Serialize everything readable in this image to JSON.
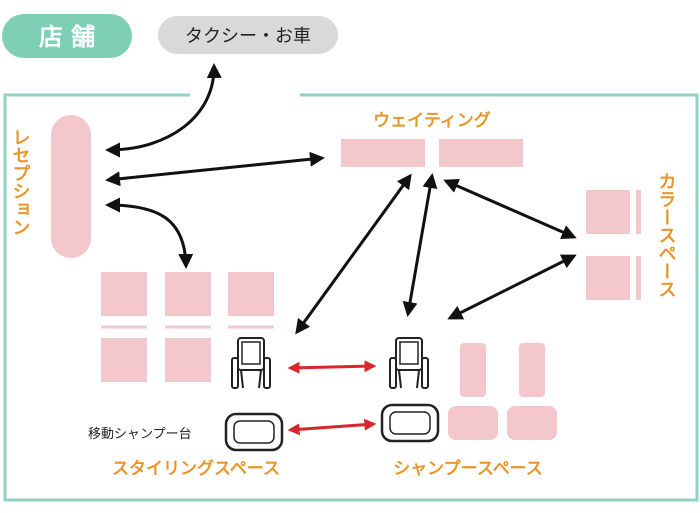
{
  "store_badge": "店 舗",
  "taxi_label": "タクシー・お車",
  "reception_label": "レセプション",
  "waiting_label": "ウェイティング",
  "color_space_label": "カラースペース",
  "styling_space_label": "スタイリングスペース",
  "shampoo_space_label": "シャンプースペース",
  "mobile_shampoo_label": "移動シャンプー台",
  "colors": {
    "frame": "#8fd3c1",
    "badge": "#7fcfb7",
    "furniture": "#f4c7cc",
    "label": "#e8962a",
    "arrow_black": "#111111",
    "arrow_red": "#d8262b"
  },
  "icons": [
    "wheelchair-icon",
    "wheelchair-icon",
    "shampoo-basin-icon",
    "shampoo-basin-icon"
  ]
}
